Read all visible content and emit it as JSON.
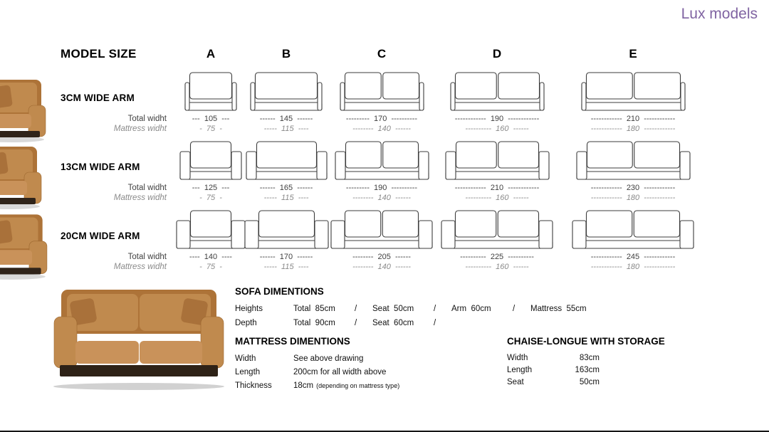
{
  "colors": {
    "accent": "#8064A2",
    "sofa_tan": "#c08a4e"
  },
  "header": {
    "title": "Lux models"
  },
  "model_table": {
    "corner_label": "MODEL SIZE",
    "columns": [
      "A",
      "B",
      "C",
      "D",
      "E"
    ],
    "cushions_per_column": [
      1,
      1,
      2,
      2,
      2
    ],
    "side_labels": {
      "total": "Total widht",
      "mattress": "Mattress widht"
    },
    "rows": [
      {
        "label": "3CM WIDE ARM",
        "arm_cm": 3,
        "total_cm": [
          105,
          145,
          170,
          190,
          210
        ],
        "mattress_cm": [
          75,
          115,
          140,
          160,
          180
        ],
        "total_display": [
          "---  105  ---",
          "------  145  ------",
          "---------  170  ----------",
          "------------  190  ------------",
          "------------  210  ------------"
        ],
        "mattress_display": [
          "-  75  -",
          "-----  115  ----",
          "--------  140  ------",
          "----------  160  ------",
          "------------  180  ------------"
        ]
      },
      {
        "label": "13CM WIDE ARM",
        "arm_cm": 13,
        "total_cm": [
          125,
          165,
          190,
          210,
          230
        ],
        "mattress_cm": [
          75,
          115,
          140,
          160,
          180
        ],
        "total_display": [
          "---  125  ---",
          "------  165  ------",
          "---------  190  ----------",
          "------------  210  ------------",
          "------------  230  ------------"
        ],
        "mattress_display": [
          "-  75  -",
          "-----  115  ----",
          "--------  140  ------",
          "----------  160  ------",
          "------------  180  ------------"
        ]
      },
      {
        "label": "20CM WIDE ARM",
        "arm_cm": 20,
        "total_cm": [
          140,
          170,
          205,
          225,
          245
        ],
        "mattress_cm": [
          75,
          115,
          140,
          160,
          180
        ],
        "total_display": [
          "----  140  ----",
          "------  170  ------",
          "--------  205  ------",
          "----------  225  ----------",
          "------------  245  ------------"
        ],
        "mattress_display": [
          "-  75  -",
          "-----  115  ----",
          "--------  140  ------",
          "----------  160  ------",
          "------------  180  ------------"
        ]
      }
    ]
  },
  "sofa_dimensions": {
    "title": "SOFA DIMENTIONS",
    "rows": [
      {
        "label": "Heights",
        "cells": [
          "Total  85cm",
          "/",
          "Seat  50cm",
          "/",
          "Arm  60cm",
          "/",
          "Mattress  55cm"
        ]
      },
      {
        "label": "Depth",
        "cells": [
          "Total  90cm",
          "/",
          "Seat  60cm",
          "/"
        ]
      }
    ]
  },
  "mattress_dimensions": {
    "title": "MATTRESS DIMENTIONS",
    "rows": [
      {
        "label": "Width",
        "value": "See above drawing"
      },
      {
        "label": "Length",
        "value": "200cm for all width above"
      },
      {
        "label": "Thickness",
        "value": "18cm",
        "note": "(depending on mattress type)"
      }
    ]
  },
  "chaise": {
    "title": "CHAISE-LONGUE WITH STORAGE",
    "rows": [
      {
        "label": "Width",
        "value": "83cm"
      },
      {
        "label": "Length",
        "value": "163cm"
      },
      {
        "label": "Seat",
        "value": "50cm"
      }
    ]
  }
}
